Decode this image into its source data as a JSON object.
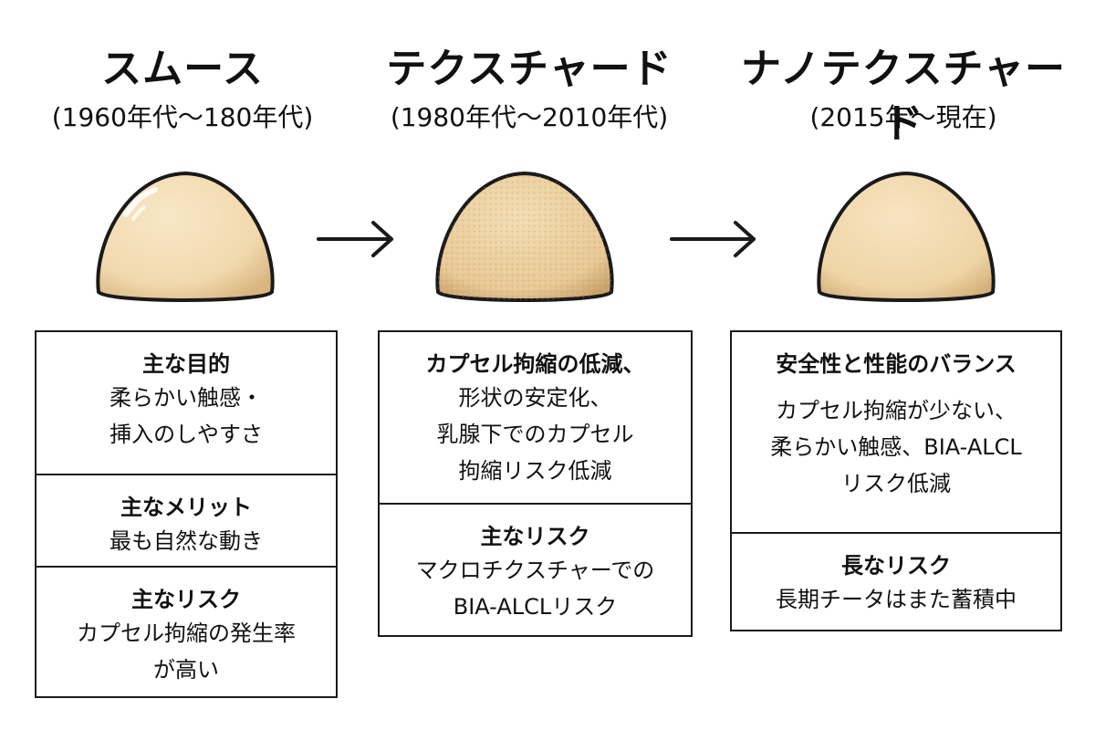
{
  "columns": [
    {
      "title": "スムース",
      "era": "(1960年代〜180年代)",
      "sections": [
        {
          "heading": "主な目的",
          "lines": [
            "柔らかい触感・",
            "挿入のしやすさ"
          ]
        },
        {
          "heading": "主なメリット",
          "lines": [
            "最も自然な動き"
          ]
        },
        {
          "heading": "主なリスク",
          "lines": [
            "カプセル拘縮の発生率",
            "が高い"
          ]
        }
      ]
    },
    {
      "title": "テクスチャード",
      "era": "(1980年代〜2010年代)",
      "sections": [
        {
          "heading": "カプセル拘縮の低減、",
          "lines": [
            "形状の安定化、",
            "乳腺下でのカプセル",
            "拘縮リスク低減"
          ]
        },
        {
          "heading": "主なリスク",
          "lines": [
            "マクロチクスチャーでの",
            "BIA-ALCLリスク"
          ]
        }
      ]
    },
    {
      "title": "ナノテクスチャード",
      "era": "(2015年〜現在)",
      "sections": [
        {
          "heading": "安全性と性能のバランス",
          "lines": [
            "カプセル拘縮が少ない、",
            "柔らかい触感、BIA-ALCL",
            "リスク低減"
          ]
        },
        {
          "heading": "長なリスク",
          "lines": [
            "長期チータはまた蓄積中"
          ]
        }
      ]
    }
  ],
  "colors": {
    "implant_fill": "#f1d9ae",
    "implant_shade": "#dcbc88",
    "outline": "#1a1a1a"
  },
  "icons": [
    "smooth-implant-icon",
    "textured-implant-icon",
    "nanotextured-implant-icon",
    "right-arrow-icon"
  ]
}
